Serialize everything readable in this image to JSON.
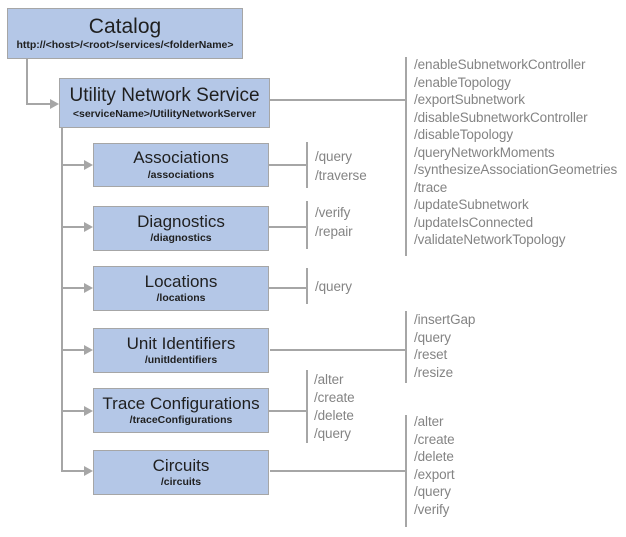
{
  "colors": {
    "box_fill": "#b4c7e7",
    "box_border": "#a6a6a6",
    "line": "#a6a6a6",
    "ops_text": "#848484",
    "title_text": "#1f1f1f"
  },
  "nodes": {
    "catalog": {
      "title": "Catalog",
      "subtitle": "http://<host>/<root>/services/<folderName>"
    },
    "utility_network_service": {
      "title": "Utility Network Service",
      "subtitle": "<serviceName>/UtilityNetworkServer"
    },
    "associations": {
      "title": "Associations",
      "subtitle": "/associations"
    },
    "diagnostics": {
      "title": "Diagnostics",
      "subtitle": "/diagnostics"
    },
    "locations": {
      "title": "Locations",
      "subtitle": "/locations"
    },
    "unit_identifiers": {
      "title": "Unit Identifiers",
      "subtitle": "/unitIdentifiers"
    },
    "trace_configurations": {
      "title": "Trace Configurations",
      "subtitle": "/traceConfigurations"
    },
    "circuits": {
      "title": "Circuits",
      "subtitle": "/circuits"
    }
  },
  "operations": {
    "utility_network_service": [
      "/enableSubnetworkController",
      "/enableTopology",
      "/exportSubnetwork",
      "/disableSubnetworkController",
      "/disableTopology",
      "/queryNetworkMoments",
      "/synthesizeAssociationGeometries",
      "/trace",
      "/updateSubnetwork",
      "/updateIsConnected",
      "/validateNetworkTopology"
    ],
    "associations": [
      "/query",
      "/traverse"
    ],
    "diagnostics": [
      "/verify",
      "/repair"
    ],
    "locations": [
      "/query"
    ],
    "unit_identifiers": [
      "/insertGap",
      "/query",
      "/reset",
      "/resize"
    ],
    "trace_configurations": [
      "/alter",
      "/create",
      "/delete",
      "/query"
    ],
    "circuits": [
      "/alter",
      "/create",
      "/delete",
      "/export",
      "/query",
      "/verify"
    ]
  }
}
